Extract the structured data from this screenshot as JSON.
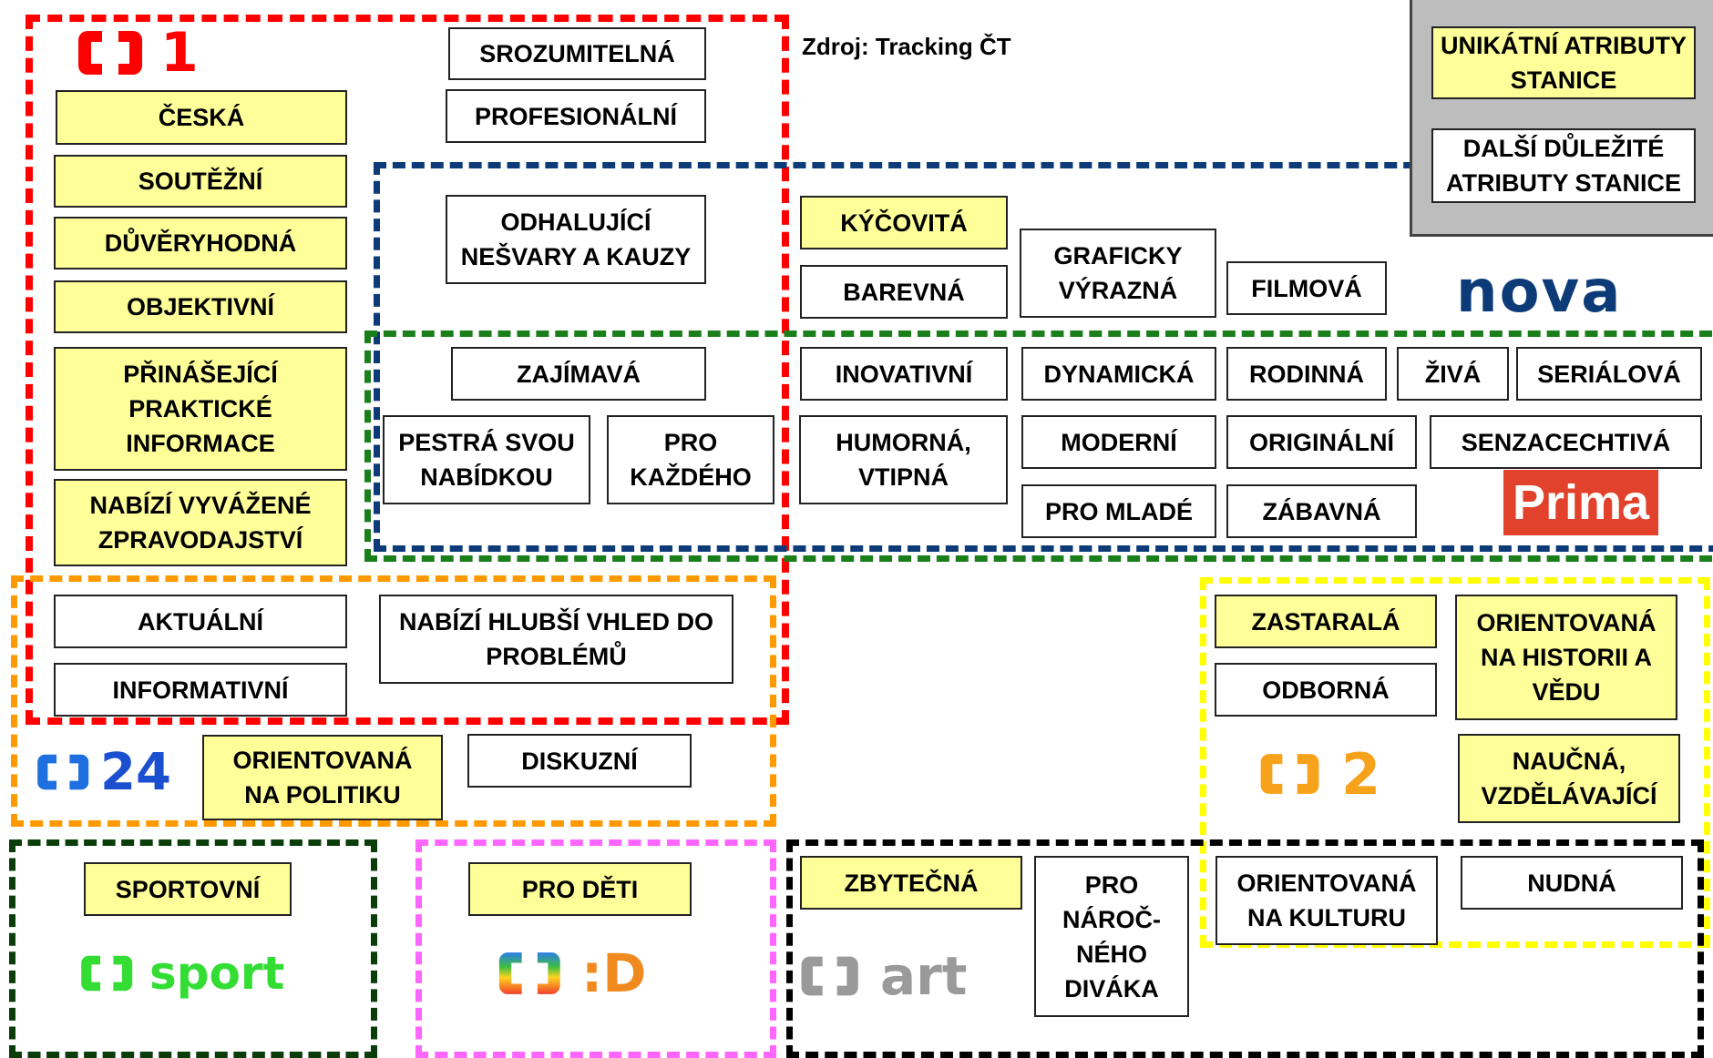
{
  "source": "Zdroj: Tracking ČT",
  "legend": {
    "unique": "UNIKÁTNÍ ATRIBUTY STANICE",
    "other": "DALŠÍ DŮLEŽITÉ ATRIBUTY STANICE"
  },
  "colors": {
    "ct1": "#ff0000",
    "nova": "#0c3b78",
    "prima": "#1a7f1a",
    "ct24": "#ff9900",
    "ct2": "#ffff00",
    "sport": "#0b3d0b",
    "decko": "#ff66ff",
    "art": "#000000",
    "unique_fill": "#ffff99"
  },
  "logos": {
    "ct1": "1",
    "ct24": "24",
    "ct2": "2",
    "sport": "sport",
    "decko": ":D",
    "art": "art",
    "nova": "nova",
    "prima": "Prima"
  },
  "attributes": {
    "ct1_only": [
      "ČESKÁ",
      "SOUTĚŽNÍ",
      "DŮVĚRYHODNÁ",
      "OBJEKTIVNÍ",
      "PŘINÁŠEJÍCÍ PRAKTICKÉ INFORMACE",
      "NABÍZÍ VYVÁŽENÉ ZPRAVODAJSTVÍ"
    ],
    "ct1_general": [
      "SROZUMITELNÁ",
      "PROFESIONÁLNÍ"
    ],
    "ct1_nova": [
      "ODHALUJÍCÍ NEŠVARY A KAUZY"
    ],
    "ct1_nova_prima": [
      "ZAJÍMAVÁ",
      "PESTRÁ SVOU NABÍDKOU",
      "PRO KAŽDÉHO"
    ],
    "nova_only": [
      "KÝČOVITÁ",
      "BAREVNÁ",
      "GRAFICKY VÝRAZNÁ",
      "FILMOVÁ"
    ],
    "nova_prima": [
      "INOVATIVNÍ",
      "DYNAMICKÁ",
      "RODINNÁ",
      "ŽIVÁ",
      "SERIÁLOVÁ",
      "HUMORNÁ, VTIPNÁ",
      "MODERNÍ",
      "ORIGINÁLNÍ",
      "SENZACECHTIVÁ",
      "PRO MLADÉ",
      "ZÁBAVNÁ"
    ],
    "ct1_ct24": [
      "AKTUÁLNÍ",
      "INFORMATIVNÍ",
      "NABÍZÍ HLUBŠÍ VHLED DO PROBLÉMŮ"
    ],
    "ct24_only": [
      "ORIENTOVANÁ NA POLITIKU",
      "DISKUZNÍ"
    ],
    "ct2_only": [
      "ZASTARALÁ",
      "ODBORNÁ",
      "ORIENTOVANÁ NA HISTORII A VĚDU",
      "NAUČNÁ, VZDĚLÁVAJÍCÍ"
    ],
    "ct2_art": [
      "ORIENTOVANÁ NA KULTURU",
      "NUDNÁ"
    ],
    "sport_only": [
      "SPORTOVNÍ"
    ],
    "decko_only": [
      "PRO DĚTI"
    ],
    "art_only": [
      "ZBYTEČNÁ",
      "PRO NÁROČ- NÉHO DIVÁKA"
    ]
  }
}
